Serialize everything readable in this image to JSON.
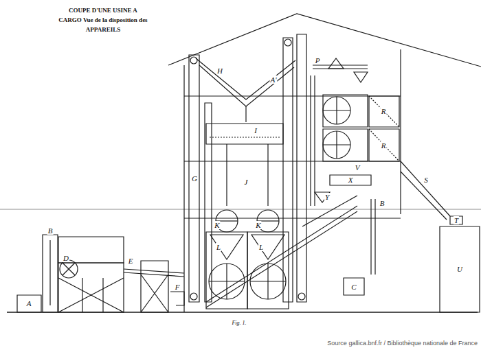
{
  "diagram": {
    "title": "COUPE D'UNE USINE A CARGO Vue de la disposition des APPAREILS",
    "caption": "Fig. 1.",
    "labels": [
      "A",
      "B",
      "D",
      "E",
      "F",
      "G",
      "H",
      "A'",
      "I",
      "J",
      "K",
      "K",
      "L",
      "L",
      "P",
      "R",
      "R",
      "S",
      "T",
      "U",
      "V",
      "X",
      "Y",
      "B",
      "C",
      "Source gallica.bnf.fr / Bibliothèque nationale de France"
    ]
  }
}
